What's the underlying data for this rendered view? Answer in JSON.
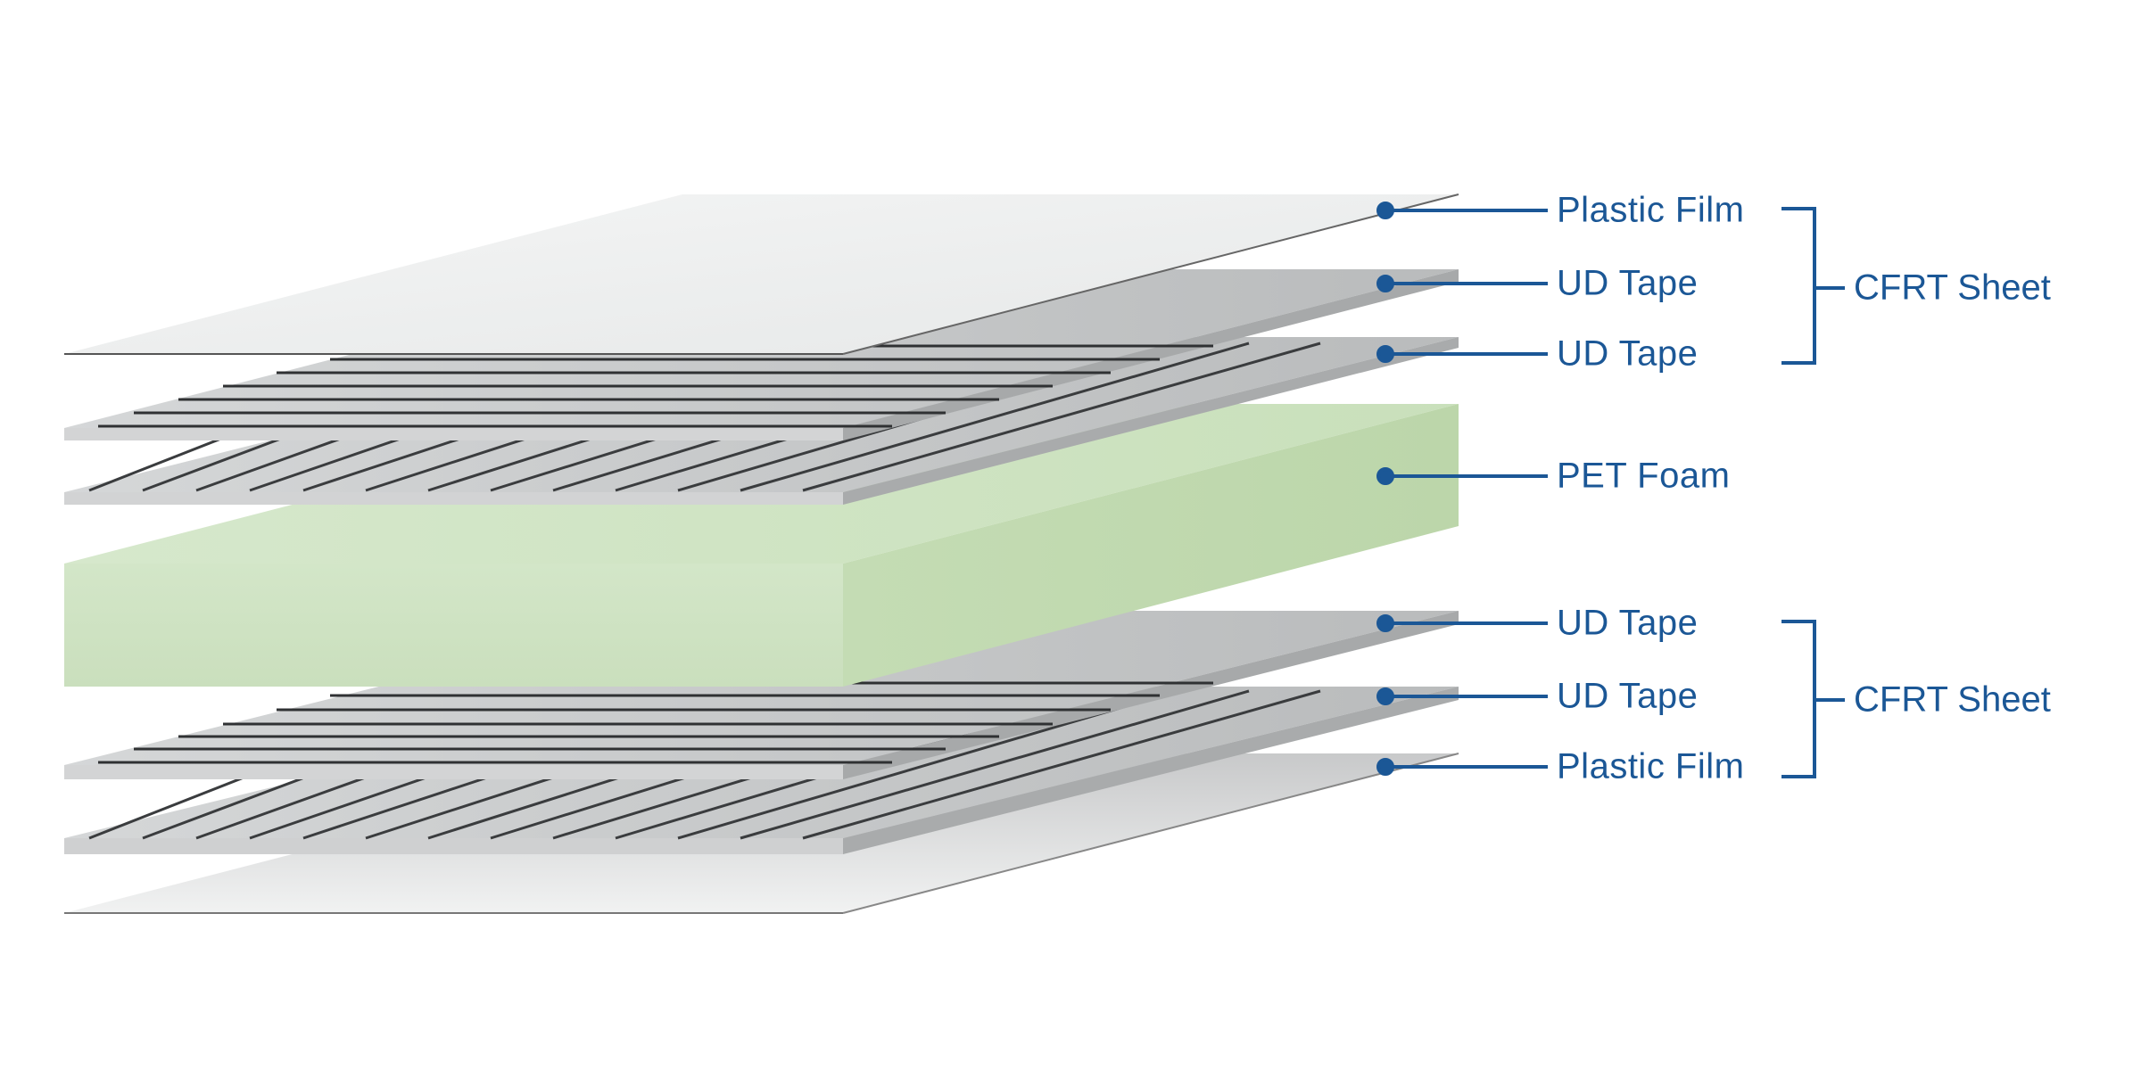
{
  "diagram": {
    "type": "exploded layer stack",
    "accent_color": "#1b5796",
    "layers": [
      {
        "label": "Plastic Film",
        "material": "film",
        "color": "#eceeee"
      },
      {
        "label": "UD Tape",
        "material": "ud-tape",
        "color": "#c9cbcc"
      },
      {
        "label": "UD Tape",
        "material": "ud-tape",
        "color": "#c9cbcc"
      },
      {
        "label": "PET Foam",
        "material": "foam",
        "color": "#cfe3c4"
      },
      {
        "label": "UD Tape",
        "material": "ud-tape",
        "color": "#c9cbcc"
      },
      {
        "label": "UD Tape",
        "material": "ud-tape",
        "color": "#c9cbcc"
      },
      {
        "label": "Plastic Film",
        "material": "film",
        "color": "#eceeee"
      }
    ],
    "groups": [
      {
        "label": "CFRT Sheet",
        "spans": "layers 1-3"
      },
      {
        "label": "CFRT Sheet",
        "spans": "layers 5-7"
      }
    ]
  }
}
